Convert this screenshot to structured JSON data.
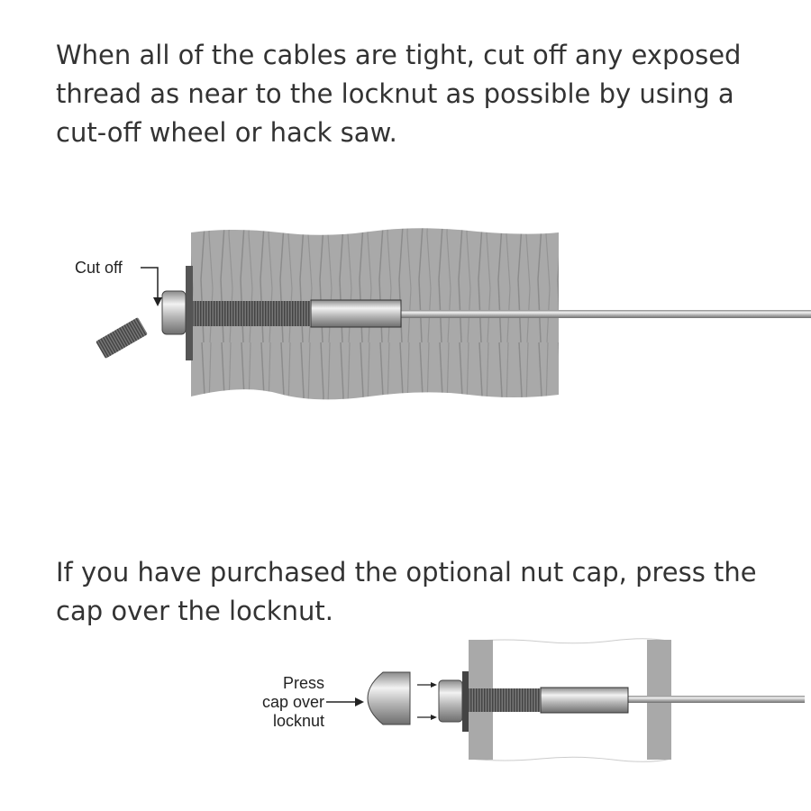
{
  "step1": {
    "lines": [
      "When all of the cables are tight, cut off any exposed",
      "thread as near to the locknut as possible by using a",
      "cut-off wheel or hack saw."
    ]
  },
  "diagram1": {
    "label": "Cut off"
  },
  "step2": {
    "lines": [
      "If you have purchased the optional nut cap, press the",
      "cap over the locknut."
    ]
  },
  "diagram2": {
    "label_lines": [
      "Press",
      "cap over",
      "locknut"
    ]
  },
  "colors": {
    "text": "#333333",
    "post": "#a9a9a9",
    "metal": "#c8c8c8",
    "dark": "#555555"
  }
}
